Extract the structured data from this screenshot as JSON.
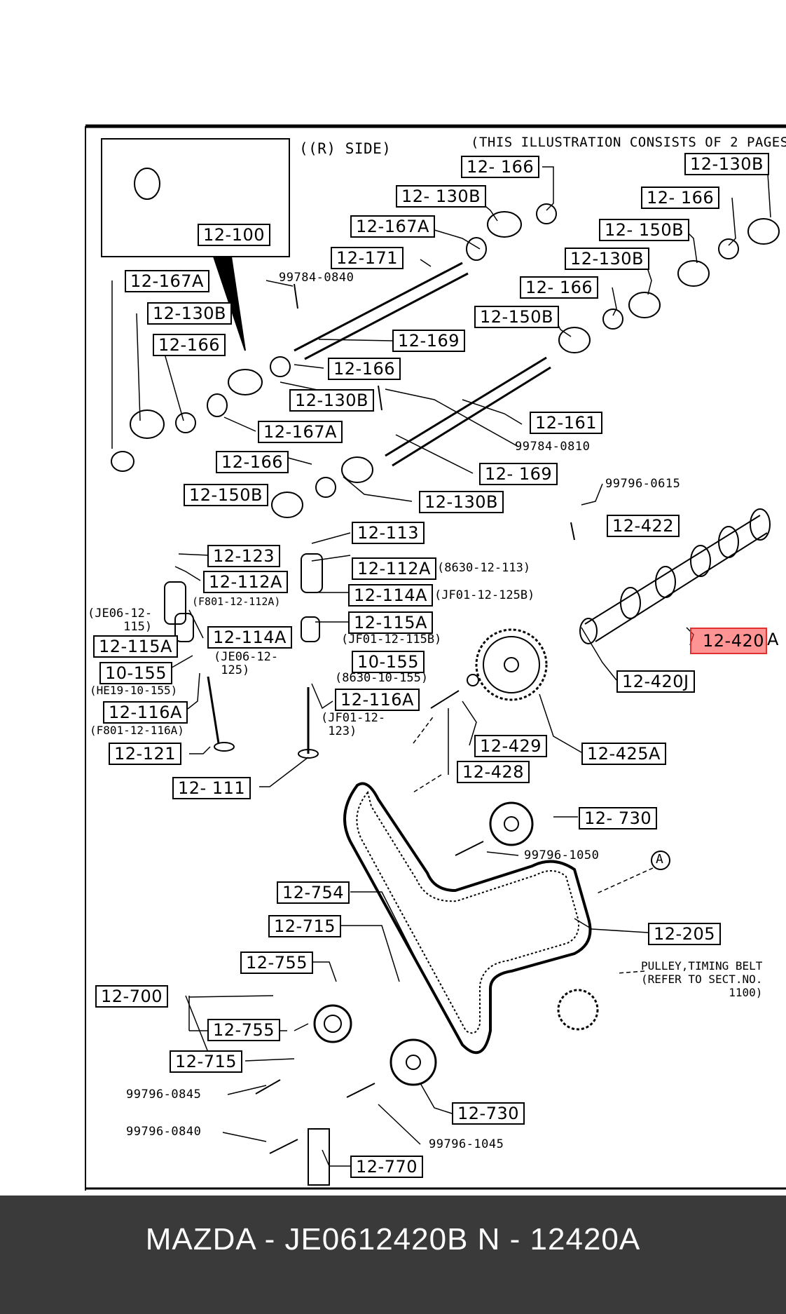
{
  "header": {
    "pages_note": "(THIS ILLUSTRATION CONSISTS OF  2 PAGES)",
    "side_label": "((R) SIDE)"
  },
  "labels": {
    "l1": "12- 166",
    "l2": "12-130B",
    "l3": "12- 130B",
    "l4": "12- 166",
    "l5": "12-167A",
    "l6": "12- 150B",
    "l7": "12-100",
    "l8": "12-171",
    "l9": "12-130B",
    "l10": "12- 166",
    "l11": "12-167A",
    "l12": "12-150B",
    "l13": "12-130B",
    "l14": "12-169",
    "l15": "12-166",
    "l16": "12-166",
    "l17": "12-130B",
    "l18": "12-167A",
    "l19": "12-161",
    "l20": "12-166",
    "l21": "12- 169",
    "l22": "12-150B",
    "l23": "12-130B",
    "l24": "12-113",
    "l25": "12-422",
    "l26": "12-123",
    "l27": "12-112A",
    "l28": "12-112A",
    "l29": "12-114A",
    "l30": "12-115A",
    "l31": "12-114A",
    "l32": "12-115A",
    "l33": "10-155",
    "l34": "10-155",
    "l35": "12-420",
    "l36": "12-420J",
    "l37": "12-116A",
    "l38": "12-116A",
    "l39": "12-121",
    "l40": "12-429",
    "l41": "12-425A",
    "l42": "12-428",
    "l43": "12- 111",
    "l44": "12- 730",
    "l45": "12-754",
    "l46": "12-205",
    "l47": "12-715",
    "l48": "12-755",
    "l49": "12-700",
    "l50": "12-755",
    "l51": "12-715",
    "l52": "12-730",
    "l53": "12-770"
  },
  "part_numbers": {
    "p1": "99784-0840",
    "p2": "99784-0810",
    "p3": "99796-0615",
    "p4": "99796-1050",
    "p5": "99796-0845",
    "p6": "99796-0840",
    "p7": "99796-1045"
  },
  "notes": {
    "n1": "(8630-12-113)",
    "n2": "(F801-12-112A)",
    "n3": "(JF01-12-125B)",
    "n4": "(JE06-12-\n     115)",
    "n5": "(JE06-12-\n 125)",
    "n6": "(JF01-12-115B)",
    "n7": "(8630-10-155)",
    "n8": "(HE19-10-155)",
    "n9": "(JF01-12-\n 123)",
    "n10": "(F801-12-116A)",
    "n11": "PULLEY,TIMING BELT\n(REFER TO SECT.NO.\n             1100)"
  },
  "highlighted_suffix": "A",
  "callout": "A",
  "footer": {
    "title": "MAZDA - JE0612420B   N - 12420A"
  },
  "colors": {
    "highlight": "#ff3c3c",
    "footer_bg": "#3a3a3a",
    "footer_text": "#ffffff"
  }
}
